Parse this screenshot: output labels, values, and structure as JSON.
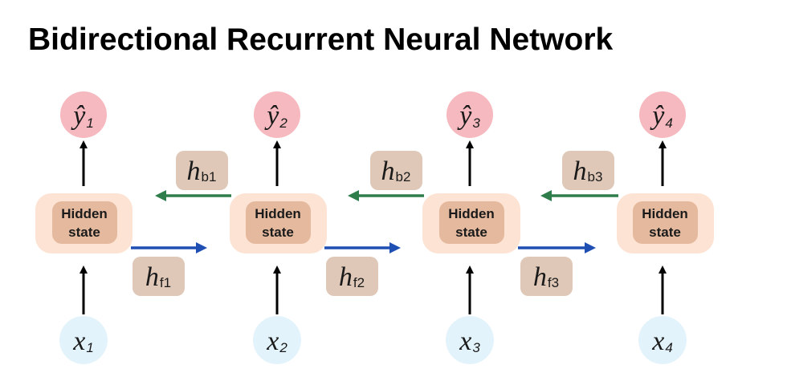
{
  "title": "Bidirectional Recurrent Neural Network",
  "colors": {
    "output_fill": "#f5b9bf",
    "input_fill": "#e3f3fb",
    "cell_outer": "#fde3d3",
    "cell_inner": "#e4b99e",
    "state_box": "#dfc8b8",
    "forward_arrow": "#1f4fb3",
    "backward_arrow": "#2e7d4a",
    "axis_arrow": "#000000"
  },
  "timesteps": [
    {
      "output": {
        "base": "ŷ",
        "sub": "1"
      },
      "cell": {
        "line1": "Hidden",
        "line2": "state"
      },
      "input": {
        "base": "x",
        "sub": "1"
      }
    },
    {
      "output": {
        "base": "ŷ",
        "sub": "2"
      },
      "cell": {
        "line1": "Hidden",
        "line2": "state"
      },
      "input": {
        "base": "x",
        "sub": "2"
      }
    },
    {
      "output": {
        "base": "ŷ",
        "sub": "3"
      },
      "cell": {
        "line1": "Hidden",
        "line2": "state"
      },
      "input": {
        "base": "x",
        "sub": "3"
      }
    },
    {
      "output": {
        "base": "ŷ",
        "sub": "4"
      },
      "cell": {
        "line1": "Hidden",
        "line2": "state"
      },
      "input": {
        "base": "x",
        "sub": "4"
      }
    }
  ],
  "backward_states": [
    {
      "base": "h",
      "sub": "b1"
    },
    {
      "base": "h",
      "sub": "b2"
    },
    {
      "base": "h",
      "sub": "b3"
    }
  ],
  "forward_states": [
    {
      "base": "h",
      "sub": "f1"
    },
    {
      "base": "h",
      "sub": "f2"
    },
    {
      "base": "h",
      "sub": "f3"
    }
  ]
}
